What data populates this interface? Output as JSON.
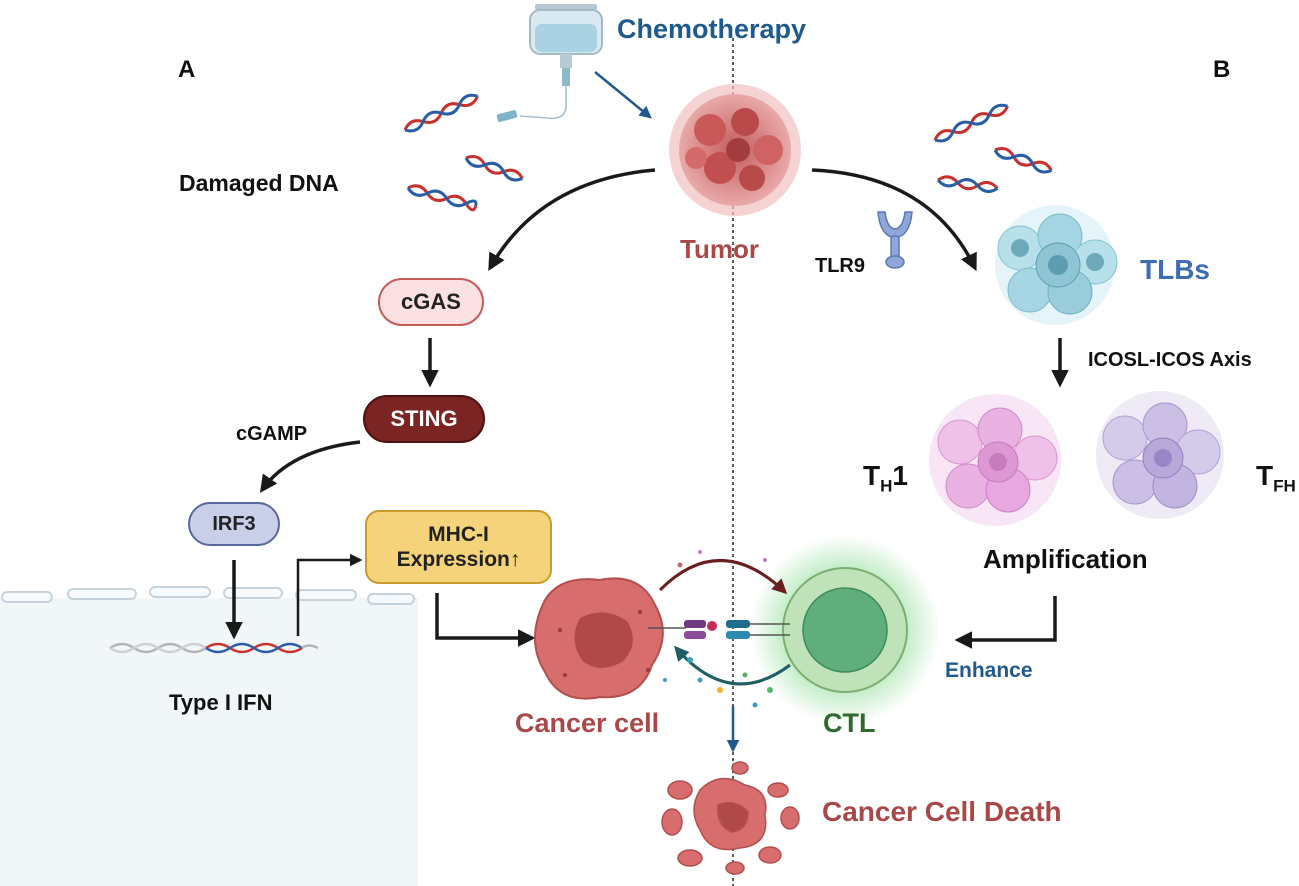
{
  "panels": {
    "left_letter": "A",
    "right_letter": "B"
  },
  "labels": {
    "chemotherapy": "Chemotherapy",
    "tumor": "Tumor",
    "damaged_dna": "Damaged DNA",
    "cgamp": "cGAMP",
    "type1_ifn": "Type I IFN",
    "cancer_cell": "Cancer cell",
    "ctl": "CTL",
    "cancer_cell_death": "Cancer Cell Death",
    "tlr9": "TLR9",
    "tlbs": "TLBs",
    "icosl_axis": "ICOSL-ICOS Axis",
    "th1_main": "T",
    "th1_sub": "H",
    "th1_tail": "1",
    "tfh_main": "T",
    "tfh_sub": "FH",
    "amplification": "Amplification",
    "enhance": "Enhance"
  },
  "nodes": {
    "cgas": "cGAS",
    "sting": "STING",
    "irf3": "IRF3",
    "mhc_line1": "MHC-I",
    "mhc_line2": "Expression",
    "mhc_arrow": "↑"
  },
  "colors": {
    "chemo_blue": "#1f5a8e",
    "tumor_red": "#a84848",
    "ctl_green": "#2f6b2f",
    "tlbs_blue": "#3f6db5",
    "sting_fill": "#7a2424",
    "cgas_fill": "#fbe1e1",
    "irf3_fill": "#c9cfe8",
    "mhc_fill": "#f5d37a"
  }
}
